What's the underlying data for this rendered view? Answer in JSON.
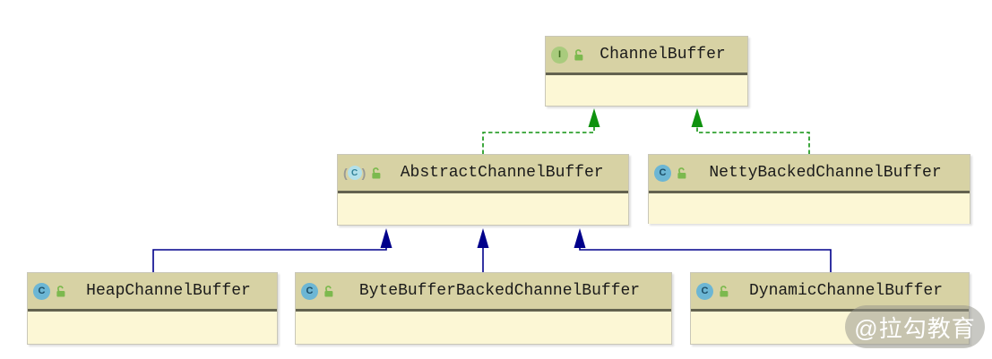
{
  "diagram": {
    "classes": [
      {
        "name": "ChannelBuffer",
        "kind": "interface",
        "badge": "I",
        "visibility": "public-unlocked"
      },
      {
        "name": "AbstractChannelBuffer",
        "kind": "abstract-class",
        "badge": "C",
        "visibility": "public-unlocked"
      },
      {
        "name": "NettyBackedChannelBuffer",
        "kind": "class",
        "badge": "C",
        "visibility": "public-unlocked"
      },
      {
        "name": "HeapChannelBuffer",
        "kind": "class",
        "badge": "C",
        "visibility": "public-unlocked"
      },
      {
        "name": "ByteBufferBackedChannelBuffer",
        "kind": "class",
        "badge": "C",
        "visibility": "public-unlocked"
      },
      {
        "name": "DynamicChannelBuffer",
        "kind": "class",
        "badge": "C",
        "visibility": "public-unlocked"
      }
    ],
    "edges": [
      {
        "from": "AbstractChannelBuffer",
        "to": "ChannelBuffer",
        "relation": "implements",
        "line": "dashed",
        "color": "#0f920f"
      },
      {
        "from": "NettyBackedChannelBuffer",
        "to": "ChannelBuffer",
        "relation": "implements",
        "line": "dashed",
        "color": "#0f920f"
      },
      {
        "from": "HeapChannelBuffer",
        "to": "AbstractChannelBuffer",
        "relation": "extends",
        "line": "solid",
        "color": "#00008b"
      },
      {
        "from": "ByteBufferBackedChannelBuffer",
        "to": "AbstractChannelBuffer",
        "relation": "extends",
        "line": "solid",
        "color": "#00008b"
      },
      {
        "from": "DynamicChannelBuffer",
        "to": "AbstractChannelBuffer",
        "relation": "extends",
        "line": "solid",
        "color": "#00008b"
      }
    ],
    "colors": {
      "header_bg": "#d7d2a4",
      "body_bg": "#fcf7d5",
      "box_border": "#c9c7b8",
      "header_divider": "#63624f",
      "implements_arrow": "#0f920f",
      "extends_arrow": "#00008b",
      "interface_icon_bg": "#a9cb7d",
      "class_icon_bg": "#6cb6d4",
      "abstract_class_icon_bg": "#b2e0ea",
      "lock_icon": "#7cb94e",
      "watermark_text_color": "#ffffff"
    }
  },
  "watermark": {
    "text": "@拉勾教育"
  }
}
